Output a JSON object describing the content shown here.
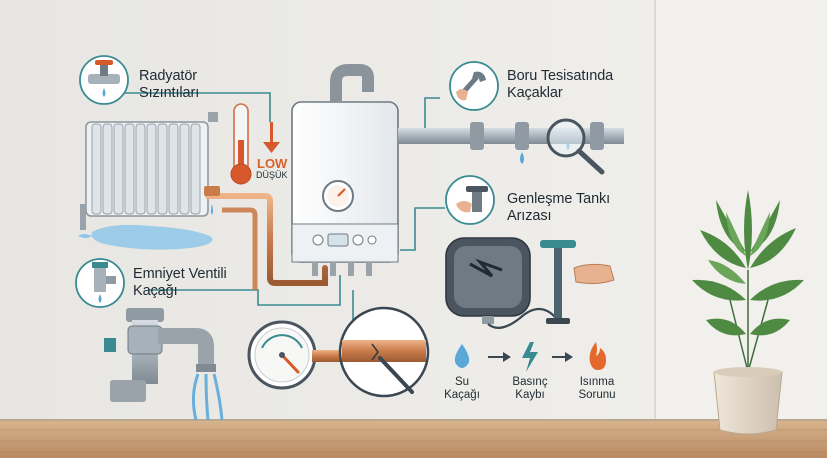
{
  "labels": {
    "radiator_leak": [
      "Radyatör",
      "Sızıntıları"
    ],
    "pipe_leak": [
      "Boru Tesisatında",
      "Kaçaklar"
    ],
    "expansion_tank": [
      "Genleşme Tankı",
      "Arızası"
    ],
    "safety_valve": [
      "Emniyet Ventili",
      "Kaçağı"
    ],
    "low": "LOW",
    "dusuk": "DÜŞÜK"
  },
  "flow": {
    "step1": "Su Kaçağı",
    "step2": [
      "Basınç",
      "Kaybı"
    ],
    "step3": [
      "Isınma",
      "Sorunu"
    ]
  },
  "colors": {
    "wall": "#ecebe7",
    "floor": "#c9a27c",
    "callout": "#3a8a92",
    "copper": "#c97b4a",
    "water": "#5aa8d8",
    "accent": "#e4682c"
  },
  "icons": [
    "wrench-icon",
    "valve-icon",
    "pressure-icon",
    "fire-icon",
    "water-drop-icon",
    "magnifier-icon",
    "plant-icon"
  ]
}
